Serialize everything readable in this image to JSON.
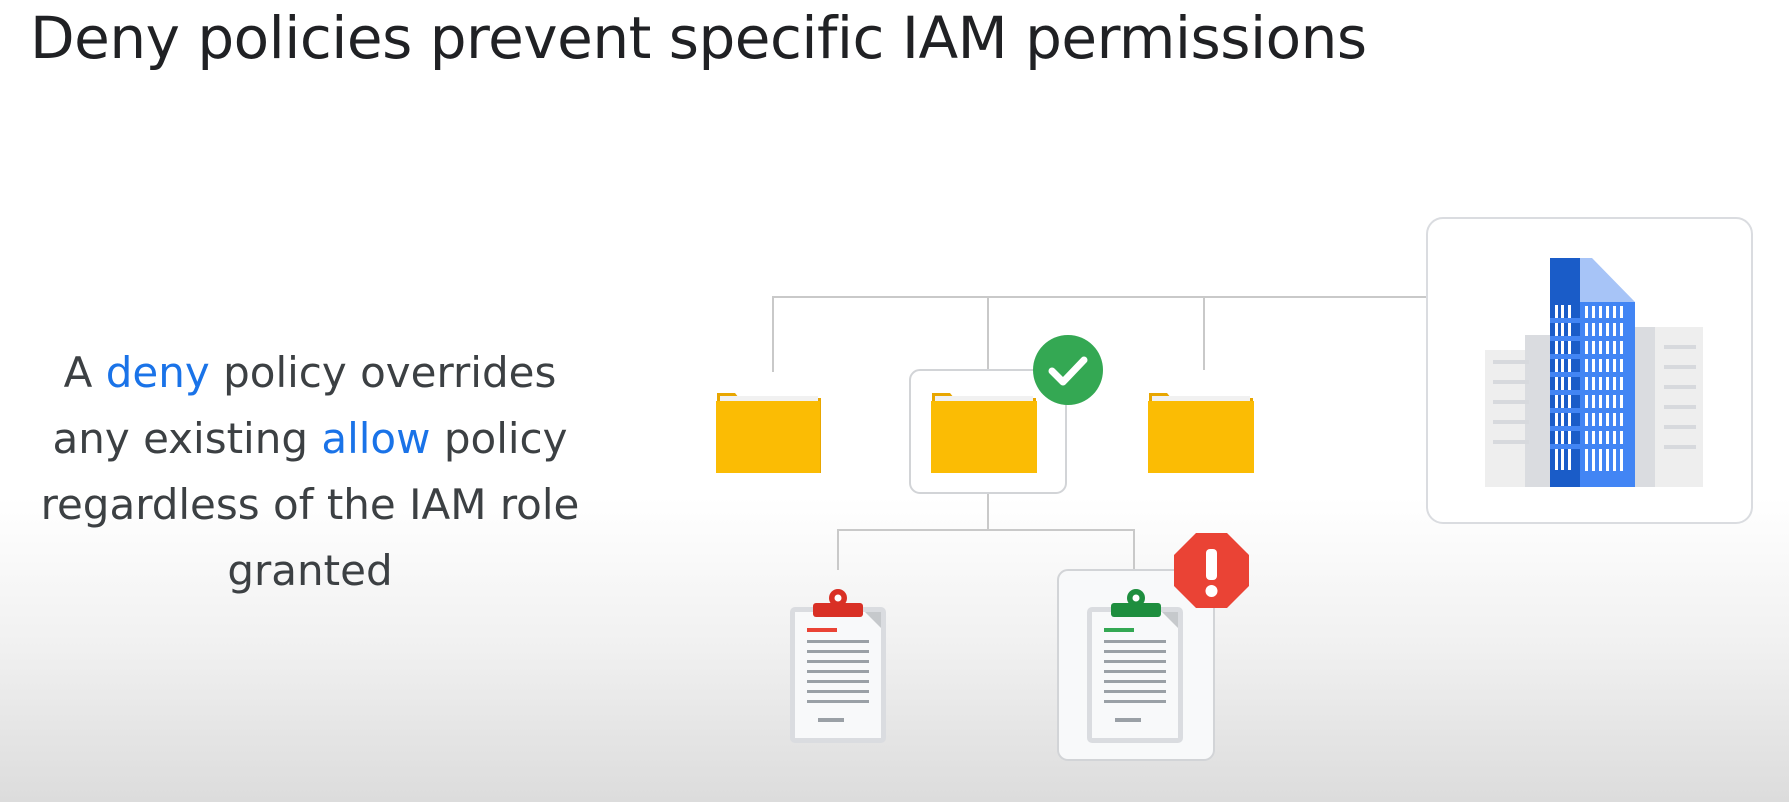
{
  "title": "Deny policies prevent specific IAM permissions",
  "body": {
    "part1": "A",
    "deny_word": "deny",
    "part2": "policy overrides any existing",
    "allow_word": "allow",
    "part3": "policy regardless of the IAM role granted"
  },
  "colors": {
    "text": "#3c4043",
    "keyword_blue": "#1a73e8",
    "folder": "#fbbc04",
    "check_green": "#34a853",
    "alert_red": "#ea4335",
    "building_blue": "#4285f4",
    "connector": "#c4c7c5"
  },
  "icons": {
    "organization": "building-icon",
    "folders": [
      "folder-icon",
      "folder-icon",
      "folder-icon"
    ],
    "allowed_marker": "checkmark-icon",
    "denied_marker": "alert-icon",
    "resources": [
      "clipboard-icon",
      "clipboard-icon"
    ]
  }
}
